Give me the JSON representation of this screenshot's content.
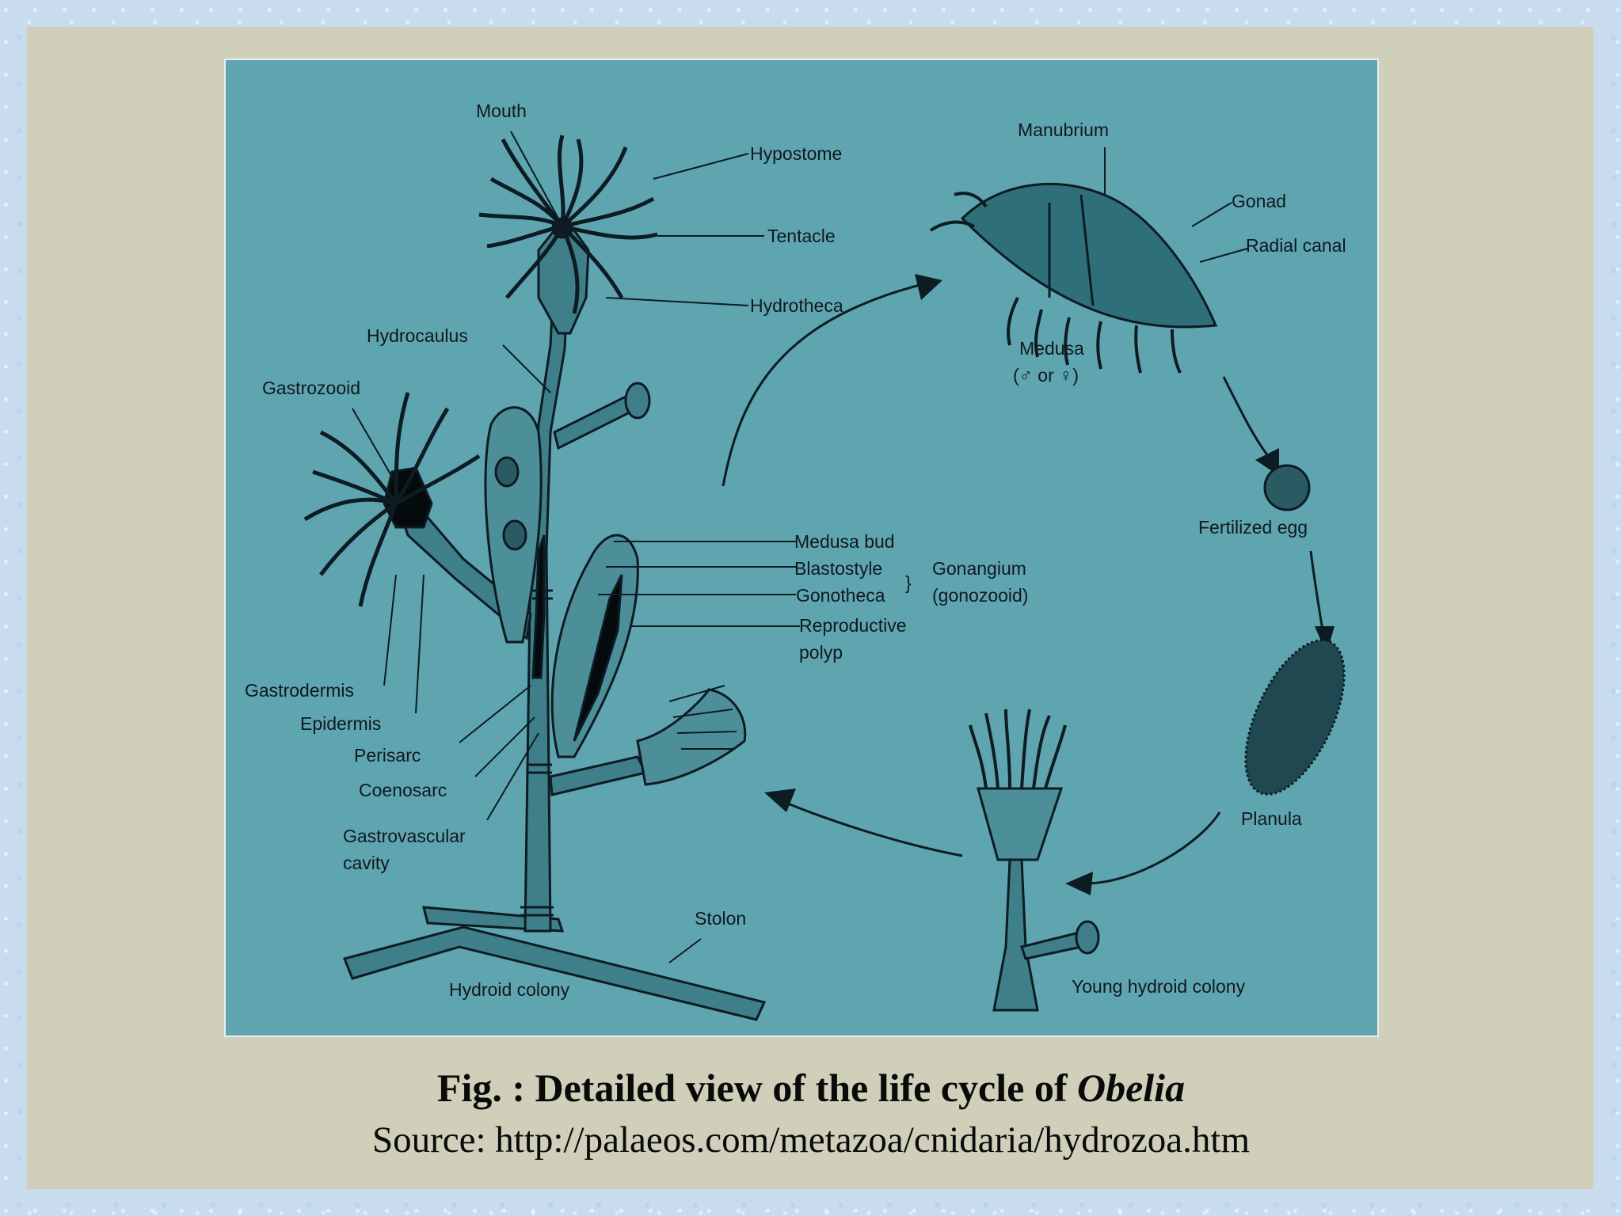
{
  "caption": {
    "title_prefix": "Fig. : Detailed view of the life cycle of ",
    "title_species": "Obelia",
    "source": "Source: http://palaeos.com/metazoa/cnidaria/hydrozoa.htm"
  },
  "labels": {
    "mouth": "Mouth",
    "hypostome": "Hypostome",
    "tentacle": "Tentacle",
    "hydrotheca": "Hydrotheca",
    "hydrocaulus": "Hydrocaulus",
    "gastrozooid": "Gastrozooid",
    "gastrodermis": "Gastrodermis",
    "epidermis": "Epidermis",
    "perisarc": "Perisarc",
    "coenosarc": "Coenosarc",
    "gastrovascular_1": "Gastrovascular",
    "gastrovascular_2": "cavity",
    "stolon": "Stolon",
    "hydroid_colony": "Hydroid colony",
    "medusa_bud": "Medusa bud",
    "blastostyle": "Blastostyle",
    "gonotheca": "Gonotheca",
    "gonangium": "Gonangium",
    "gonozooid": "(gonozooid)",
    "reproductive_1": "Reproductive",
    "reproductive_2": "polyp",
    "manubrium": "Manubrium",
    "gonad": "Gonad",
    "radial_canal": "Radial canal",
    "medusa": "Medusa",
    "medusa_sex": "(♂ or ♀)",
    "fertilized_egg": "Fertilized egg",
    "planula": "Planula",
    "young_colony": "Young hydroid colony"
  },
  "colors": {
    "figure_bg": "#5fa5b0",
    "slide_bg": "#cfcfba",
    "ink": "#101820"
  }
}
